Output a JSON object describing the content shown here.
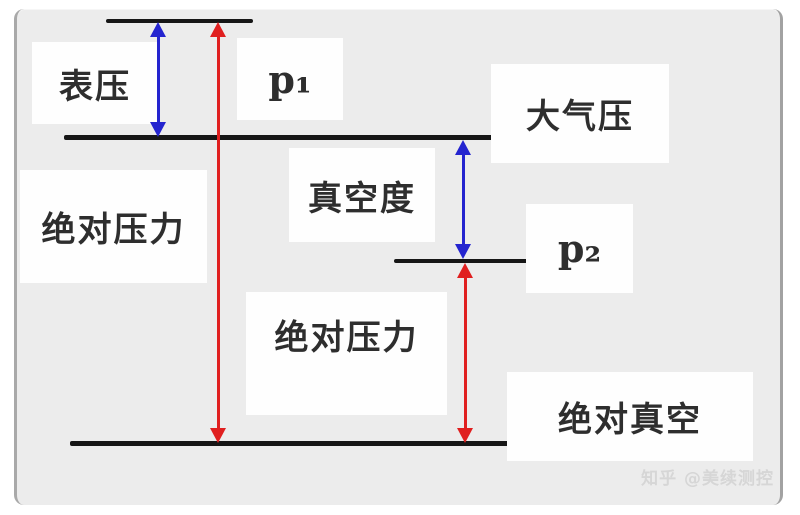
{
  "diagram": {
    "title_hint": "pressure-relationship-diagram",
    "labels": {
      "gauge_pressure": "表压",
      "p1": "p₁",
      "atmospheric_pressure": "大气压",
      "vacuum_degree": "真空度",
      "p2": "p₂",
      "absolute_pressure_left": "绝对压力",
      "absolute_pressure_mid": "绝对压力",
      "absolute_vacuum": "绝对真空"
    },
    "reference_lines": [
      "p1-pressure-level",
      "atmospheric-pressure-level",
      "p2-pressure-level",
      "absolute-vacuum-level"
    ],
    "colors": {
      "gauge_and_vacuum_arrows": "#2424cf",
      "absolute_pressure_arrows": "#e01f1f",
      "reference_line": "#161616",
      "panel_background": "#ececec",
      "label_box_background": "#fefefe"
    },
    "watermark": "知乎 @美续测控"
  }
}
